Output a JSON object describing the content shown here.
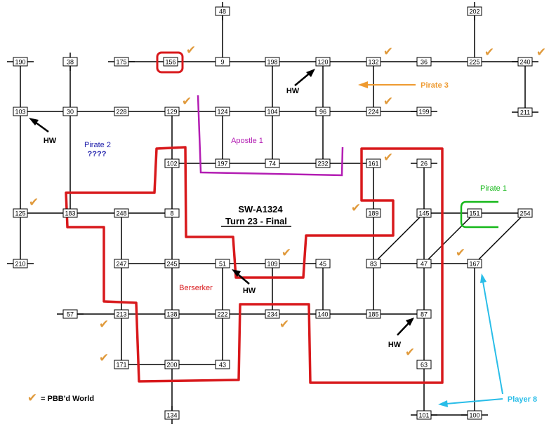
{
  "title": {
    "line1": "SW-A1324",
    "line2": "Turn 23 - Final"
  },
  "colors": {
    "berserker": "#d8191c",
    "apostle": "#b31db3",
    "pirate1": "#16b81a",
    "pirate2": "#1c1caa",
    "pirate3": "#ee9a30",
    "player8": "#29bde8",
    "check": "#e09a3c"
  },
  "labels": {
    "berserker": "Berserker",
    "apostle": "Apostle 1",
    "pirate1": "Pirate 1",
    "pirate2": "Pirate 2",
    "pirate2_q": "????",
    "pirate3": "Pirate 3",
    "player8": "Player 8",
    "hw": "HW"
  },
  "legend": {
    "symbol": "✔",
    "text": "= PBB'd World"
  },
  "worlds": [
    "48",
    "202",
    "190",
    "38",
    "175",
    "156",
    "9",
    "198",
    "120",
    "132",
    "36",
    "225",
    "240",
    "103",
    "30",
    "228",
    "129",
    "124",
    "104",
    "96",
    "224",
    "199",
    "211",
    "102",
    "197",
    "74",
    "232",
    "161",
    "26",
    "125",
    "183",
    "248",
    "8",
    "189",
    "145",
    "151",
    "254",
    "210",
    "247",
    "245",
    "51",
    "109",
    "45",
    "83",
    "47",
    "167",
    "57",
    "213",
    "138",
    "222",
    "234",
    "140",
    "185",
    "87",
    "171",
    "200",
    "43",
    "63",
    "134",
    "101",
    "100"
  ],
  "edges": [
    [
      "48",
      "9"
    ],
    [
      "202",
      "225"
    ],
    [
      "190",
      "103"
    ],
    [
      "103",
      "125"
    ],
    [
      "125",
      "210"
    ],
    [
      "38",
      "30"
    ],
    [
      "30",
      "183"
    ],
    [
      "175",
      "156"
    ],
    [
      "156",
      "9"
    ],
    [
      "9",
      "198"
    ],
    [
      "198",
      "120"
    ],
    [
      "120",
      "132"
    ],
    [
      "132",
      "36"
    ],
    [
      "36",
      "225"
    ],
    [
      "225",
      "240"
    ],
    [
      "240",
      "211"
    ],
    [
      "198",
      "104"
    ],
    [
      "120",
      "96"
    ],
    [
      "132",
      "224"
    ],
    [
      "103",
      "30"
    ],
    [
      "30",
      "228"
    ],
    [
      "228",
      "129"
    ],
    [
      "129",
      "124"
    ],
    [
      "124",
      "104"
    ],
    [
      "104",
      "96"
    ],
    [
      "96",
      "224"
    ],
    [
      "224",
      "199"
    ],
    [
      "129",
      "102"
    ],
    [
      "124",
      "197"
    ],
    [
      "104",
      "74"
    ],
    [
      "96",
      "232"
    ],
    [
      "102",
      "197"
    ],
    [
      "197",
      "74"
    ],
    [
      "74",
      "232"
    ],
    [
      "232",
      "161"
    ],
    [
      "102",
      "8"
    ],
    [
      "161",
      "189"
    ],
    [
      "189",
      "83"
    ],
    [
      "26",
      "145"
    ],
    [
      "145",
      "47"
    ],
    [
      "47",
      "63"
    ],
    [
      "63",
      "101"
    ],
    [
      "125",
      "183"
    ],
    [
      "183",
      "248"
    ],
    [
      "248",
      "8"
    ],
    [
      "8",
      "245"
    ],
    [
      "248",
      "247"
    ],
    [
      "145",
      "151"
    ],
    [
      "151",
      "254"
    ],
    [
      "151",
      "47"
    ],
    [
      "145",
      "83"
    ],
    [
      "254",
      "167"
    ],
    [
      "247",
      "245"
    ],
    [
      "245",
      "51"
    ],
    [
      "51",
      "109"
    ],
    [
      "109",
      "45"
    ],
    [
      "83",
      "47"
    ],
    [
      "47",
      "167"
    ],
    [
      "167",
      "100"
    ],
    [
      "100",
      "101"
    ],
    [
      "247",
      "213"
    ],
    [
      "245",
      "138"
    ],
    [
      "51",
      "222"
    ],
    [
      "109",
      "234"
    ],
    [
      "45",
      "140"
    ],
    [
      "83",
      "185"
    ],
    [
      "57",
      "213"
    ],
    [
      "213",
      "138"
    ],
    [
      "138",
      "222"
    ],
    [
      "222",
      "234"
    ],
    [
      "234",
      "140"
    ],
    [
      "140",
      "185"
    ],
    [
      "185",
      "87"
    ],
    [
      "213",
      "171"
    ],
    [
      "138",
      "200"
    ],
    [
      "222",
      "43"
    ],
    [
      "171",
      "200"
    ],
    [
      "200",
      "43"
    ],
    [
      "200",
      "134"
    ]
  ],
  "stubs": [
    "48",
    "202",
    "190",
    "38",
    "175",
    "240",
    "211",
    "199",
    "26",
    "210",
    "57",
    "134",
    "101",
    "100"
  ]
}
